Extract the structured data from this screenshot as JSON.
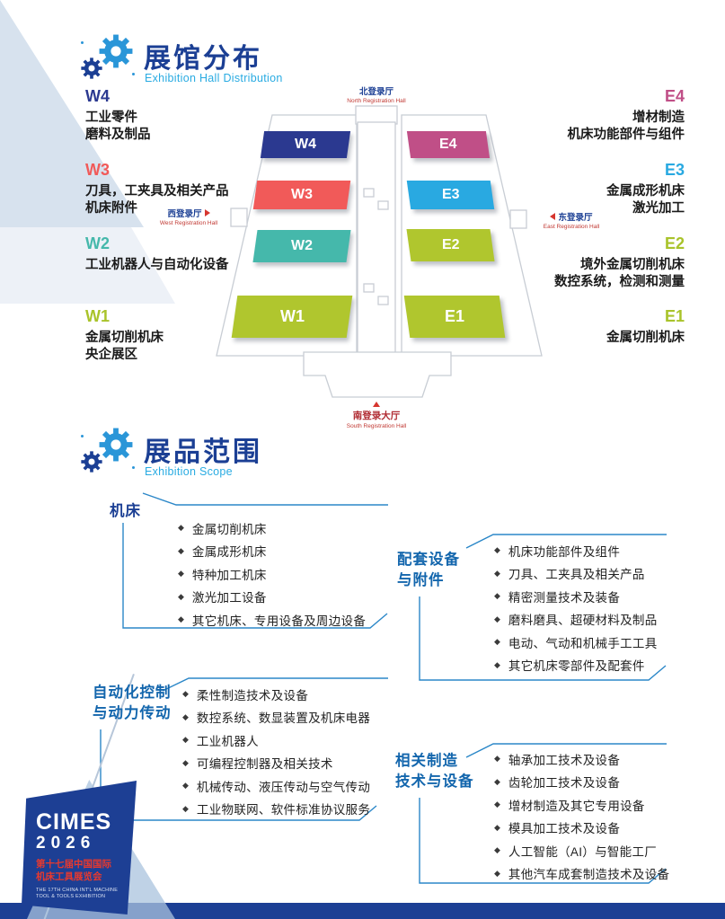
{
  "accent": {
    "navy": "#1b3f94",
    "cyan": "#29abe2",
    "bracket_blue": "#2b87c8",
    "entrance_red": "#d6362f"
  },
  "section_halls": {
    "title": "展馆分布",
    "subtitle": "Exhibition Hall Distribution"
  },
  "section_scope": {
    "title": "展品范围",
    "subtitle": "Exhibition Scope"
  },
  "map": {
    "entrances": {
      "north_zh": "北登录厅",
      "north_en": "North Registration Hall",
      "west_zh": "西登录厅",
      "west_en": "West Registration Hall",
      "east_zh": "东登录厅",
      "east_en": "East Registration Hall",
      "south_zh": "南登录大厅",
      "south_en": "South Registration Hall"
    },
    "blocks": [
      {
        "id": "W4",
        "color": "#2b3990"
      },
      {
        "id": "E4",
        "color": "#c04f87"
      },
      {
        "id": "W3",
        "color": "#f15a59"
      },
      {
        "id": "E3",
        "color": "#29a9e1"
      },
      {
        "id": "W2",
        "color": "#45b8ab"
      },
      {
        "id": "E2",
        "color": "#b0c62e"
      },
      {
        "id": "W1",
        "color": "#b0c62e"
      },
      {
        "id": "E1",
        "color": "#b0c62e"
      }
    ]
  },
  "hall_labels": {
    "left": [
      {
        "id": "W4",
        "color": "#2b3990",
        "line1": "工业零件",
        "line2": "磨料及制品"
      },
      {
        "id": "W3",
        "color": "#f15a59",
        "line1": "刀具，工夹具及相关产品",
        "line2": "机床附件"
      },
      {
        "id": "W2",
        "color": "#45b8ab",
        "line1": "工业机器人与自动化设备",
        "line2": ""
      },
      {
        "id": "W1",
        "color": "#a9c32a",
        "line1": "金属切削机床",
        "line2": "央企展区"
      }
    ],
    "right": [
      {
        "id": "E4",
        "color": "#c04f87",
        "line1": "增材制造",
        "line2": "机床功能部件与组件"
      },
      {
        "id": "E3",
        "color": "#29a9e1",
        "line1": "金属成形机床",
        "line2": "激光加工"
      },
      {
        "id": "E2",
        "color": "#a9c32a",
        "line1": "境外金属切削机床",
        "line2": "数控系统，检测和测量"
      },
      {
        "id": "E1",
        "color": "#a9c32a",
        "line1": "金属切削机床",
        "line2": ""
      }
    ]
  },
  "scope": {
    "bullet": "◆",
    "categories": [
      {
        "title_line1": "机床",
        "title_line2": "",
        "title_color": "#1b3f94",
        "items": [
          "金属切削机床",
          "金属成形机床",
          "特种加工机床",
          "激光加工设备",
          "其它机床、专用设备及周边设备"
        ]
      },
      {
        "title_line1": "配套设备",
        "title_line2": "与附件",
        "title_color": "#1366ad",
        "items": [
          "机床功能部件及组件",
          "刀具、工夹具及相关产品",
          "精密测量技术及装备",
          "磨料磨具、超硬材料及制品",
          "电动、气动和机械手工工具",
          "其它机床零部件及配套件"
        ]
      },
      {
        "title_line1": "自动化控制",
        "title_line2": "与动力传动",
        "title_color": "#1366ad",
        "items": [
          "柔性制造技术及设备",
          "数控系统、数显装置及机床电器",
          "工业机器人",
          "可编程控制器及相关技术",
          "机械传动、液压传动与空气传动",
          "工业物联网、软件标准协议服务"
        ]
      },
      {
        "title_line1": "相关制造",
        "title_line2": "技术与设备",
        "title_color": "#1366ad",
        "items": [
          "轴承加工技术及设备",
          "齿轮加工技术及设备",
          "增材制造及其它专用设备",
          "模具加工技术及设备",
          "人工智能（AI）与智能工厂",
          "其他汽车成套制造技术及设备"
        ]
      }
    ]
  },
  "logo": {
    "brand": "CIMES",
    "year": "2026",
    "cn_line1": "第十七届中国国际",
    "cn_line2": "机床工具展览会",
    "en_line1": "THE 17TH CHINA INT'L MACHINE",
    "en_line2": "TOOL & TOOLS EXHIBITION"
  }
}
